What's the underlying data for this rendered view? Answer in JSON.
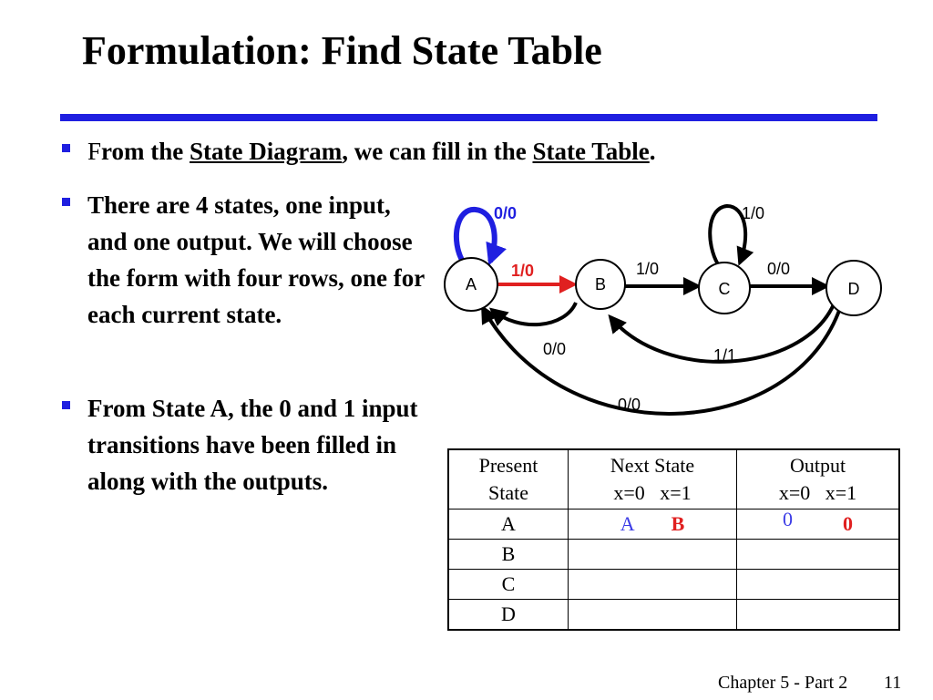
{
  "title": "Formulation: Find State Table",
  "bullets": {
    "b1": {
      "first_letter": "F",
      "pre": "rom the ",
      "link1": "State Diagram",
      "mid": ", we can fill in the ",
      "link2": "State Table",
      "end": "."
    },
    "b2": "There are 4 states, one input, and one output. We will choose the form with four rows, one for each current state.",
    "b3": "From State A, the 0 and 1 input transitions have been filled in along with the outputs."
  },
  "diagram": {
    "states": [
      "A",
      "B",
      "C",
      "D"
    ],
    "edge_labels": {
      "A_self": "0/0",
      "A_to_B": "1/0",
      "B_to_C": "1/0",
      "C_self": "1/0",
      "C_to_D": "0/0",
      "B_to_A": "0/0",
      "D_to_B": "1/1",
      "D_to_A": "0/0"
    },
    "colors": {
      "highlight_self": "#1f1fe0",
      "highlight_edge": "#e02020"
    }
  },
  "table": {
    "header": {
      "present_line1": "Present",
      "present_line2": "State",
      "next_line1": "Next State",
      "next_x0": "x=0",
      "next_x1": "x=1",
      "output_line1": "Output",
      "output_x0": "x=0",
      "output_x1": "x=1"
    },
    "rows": [
      {
        "state": "A",
        "next0": "A",
        "next1": "B",
        "out0": "0",
        "out1": "0"
      },
      {
        "state": "B",
        "next0": "",
        "next1": "",
        "out0": "",
        "out1": ""
      },
      {
        "state": "C",
        "next0": "",
        "next1": "",
        "out0": "",
        "out1": ""
      },
      {
        "state": "D",
        "next0": "",
        "next1": "",
        "out0": "",
        "out1": ""
      }
    ]
  },
  "footer": {
    "chapter": "Chapter 5 - Part 2",
    "page": "11"
  }
}
